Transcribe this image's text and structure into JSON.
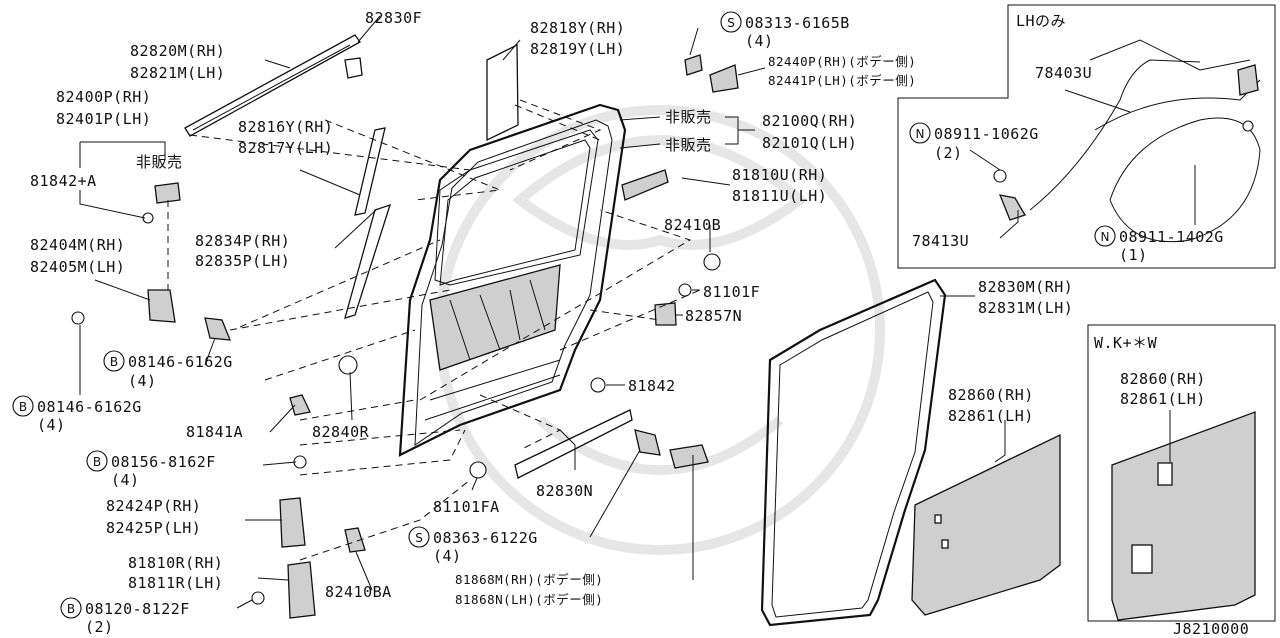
{
  "diagram_code": "J8210000",
  "inset_lh": {
    "title": "LHのみ",
    "labels": {
      "a": "78403U",
      "b_code": "08911-1062G",
      "b_qty": "(2)",
      "c": "78413U",
      "d_code": "08911-1402G",
      "d_qty": "(1)"
    },
    "circle_letter": "N"
  },
  "inset_wk": {
    "title": "W.K+＊W",
    "rh": "82860(RH)",
    "lh": "82861(LH)"
  },
  "labels": {
    "p82830F": "82830F",
    "p82820M": "82820M(RH)",
    "p82821M": "82821M(LH)",
    "p82400P": "82400P(RH)",
    "p82401P": "82401P(LH)",
    "hihanbai": "非販売",
    "p81842A": "81842+A",
    "p82404M": "82404M(RH)",
    "p82405M": "82405M(LH)",
    "b1_code": "08146-6162G",
    "b1_qty": "(4)",
    "b2_code": "08146-6162G",
    "b2_qty": "(4)",
    "p81841A": "81841A",
    "p82840R": "82840R",
    "b3_code": "08156-8162F",
    "b3_qty": "(4)",
    "p82424P": "82424P(RH)",
    "p82425P": "82425P(LH)",
    "p81810R": "81810R(RH)",
    "p81811R": "81811R(LH)",
    "b4_code": "08120-8122F",
    "b4_qty": "(2)",
    "p82410BA": "82410BA",
    "p82816Y": "82816Y(RH)",
    "p82817Y": "82817Y(LH)",
    "p82834P": "82834P(RH)",
    "p82835P": "82835P(LH)",
    "p82818Y": "82818Y(RH)",
    "p82819Y": "82819Y(LH)",
    "s1_code": "08313-6165B",
    "s1_qty": "(4)",
    "p82440P": "82440P(RH)(ボデー側)",
    "p82441P": "82441P(LH)(ボデー側)",
    "hihanbai2": "非販売",
    "hihanbai3": "非販売",
    "p82100Q": "82100Q(RH)",
    "p82101Q": "82101Q(LH)",
    "p81810U": "81810U(RH)",
    "p81811U": "81811U(LH)",
    "p82410B": "82410B",
    "p81101F": "81101F",
    "p82857N": "82857N",
    "p81842": "81842",
    "p81101FA": "81101FA",
    "p82830N": "82830N",
    "s2_code": "08363-6122G",
    "s2_qty": "(4)",
    "p81868M": "81868M(RH)(ボデー側)",
    "p81868N": "81868N(LH)(ボデー側)",
    "p82830M": "82830M(RH)",
    "p82831M": "82831M(LH)",
    "p82860": "82860(RH)",
    "p82861": "82861(LH)",
    "circle_b": "B",
    "circle_s": "S"
  }
}
